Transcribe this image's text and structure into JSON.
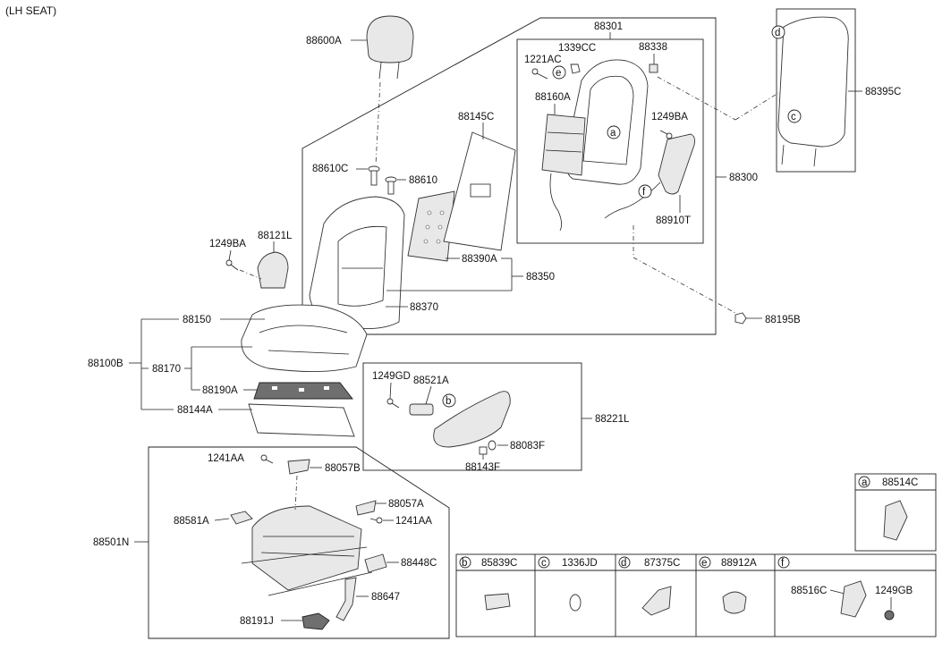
{
  "page_label": "(LH SEAT)",
  "parts": {
    "p88600A": "88600A",
    "p88301": "88301",
    "p1339CC": "1339CC",
    "p88338": "88338",
    "p1221AC": "1221AC",
    "p88160A": "88160A",
    "p1249BA_top": "1249BA",
    "p88145C": "88145C",
    "p88610C": "88610C",
    "p88610": "88610",
    "p88300": "88300",
    "p88910T": "88910T",
    "p88395C": "88395C",
    "p1249BA_left": "1249BA",
    "p88121L": "88121L",
    "p88390A": "88390A",
    "p88350": "88350",
    "p88370": "88370",
    "p88195B": "88195B",
    "p88150": "88150",
    "p88100B": "88100B",
    "p88170": "88170",
    "p88190A": "88190A",
    "p88144A": "88144A",
    "p1249GD": "1249GD",
    "p88521A": "88521A",
    "p88221L": "88221L",
    "p88083F": "88083F",
    "p88143F": "88143F",
    "p1241AA_top": "1241AA",
    "p88057B": "88057B",
    "p88057A": "88057A",
    "p88581A": "88581A",
    "p1241AA_mid": "1241AA",
    "p88501N": "88501N",
    "p88448C": "88448C",
    "p88647": "88647",
    "p88191J": "88191J"
  },
  "callouts": {
    "a": "a",
    "b": "b",
    "c": "c",
    "d": "d",
    "e": "e",
    "f": "f"
  },
  "legend": {
    "a": {
      "letter": "a",
      "part": "88514C"
    },
    "b": {
      "letter": "b",
      "part": "85839C"
    },
    "c": {
      "letter": "c",
      "part": "1336JD"
    },
    "d": {
      "letter": "d",
      "part": "87375C"
    },
    "e": {
      "letter": "e",
      "part": "88912A"
    },
    "f": {
      "letter": "f",
      "part_1": "88516C",
      "part_2": "1249GB"
    }
  }
}
